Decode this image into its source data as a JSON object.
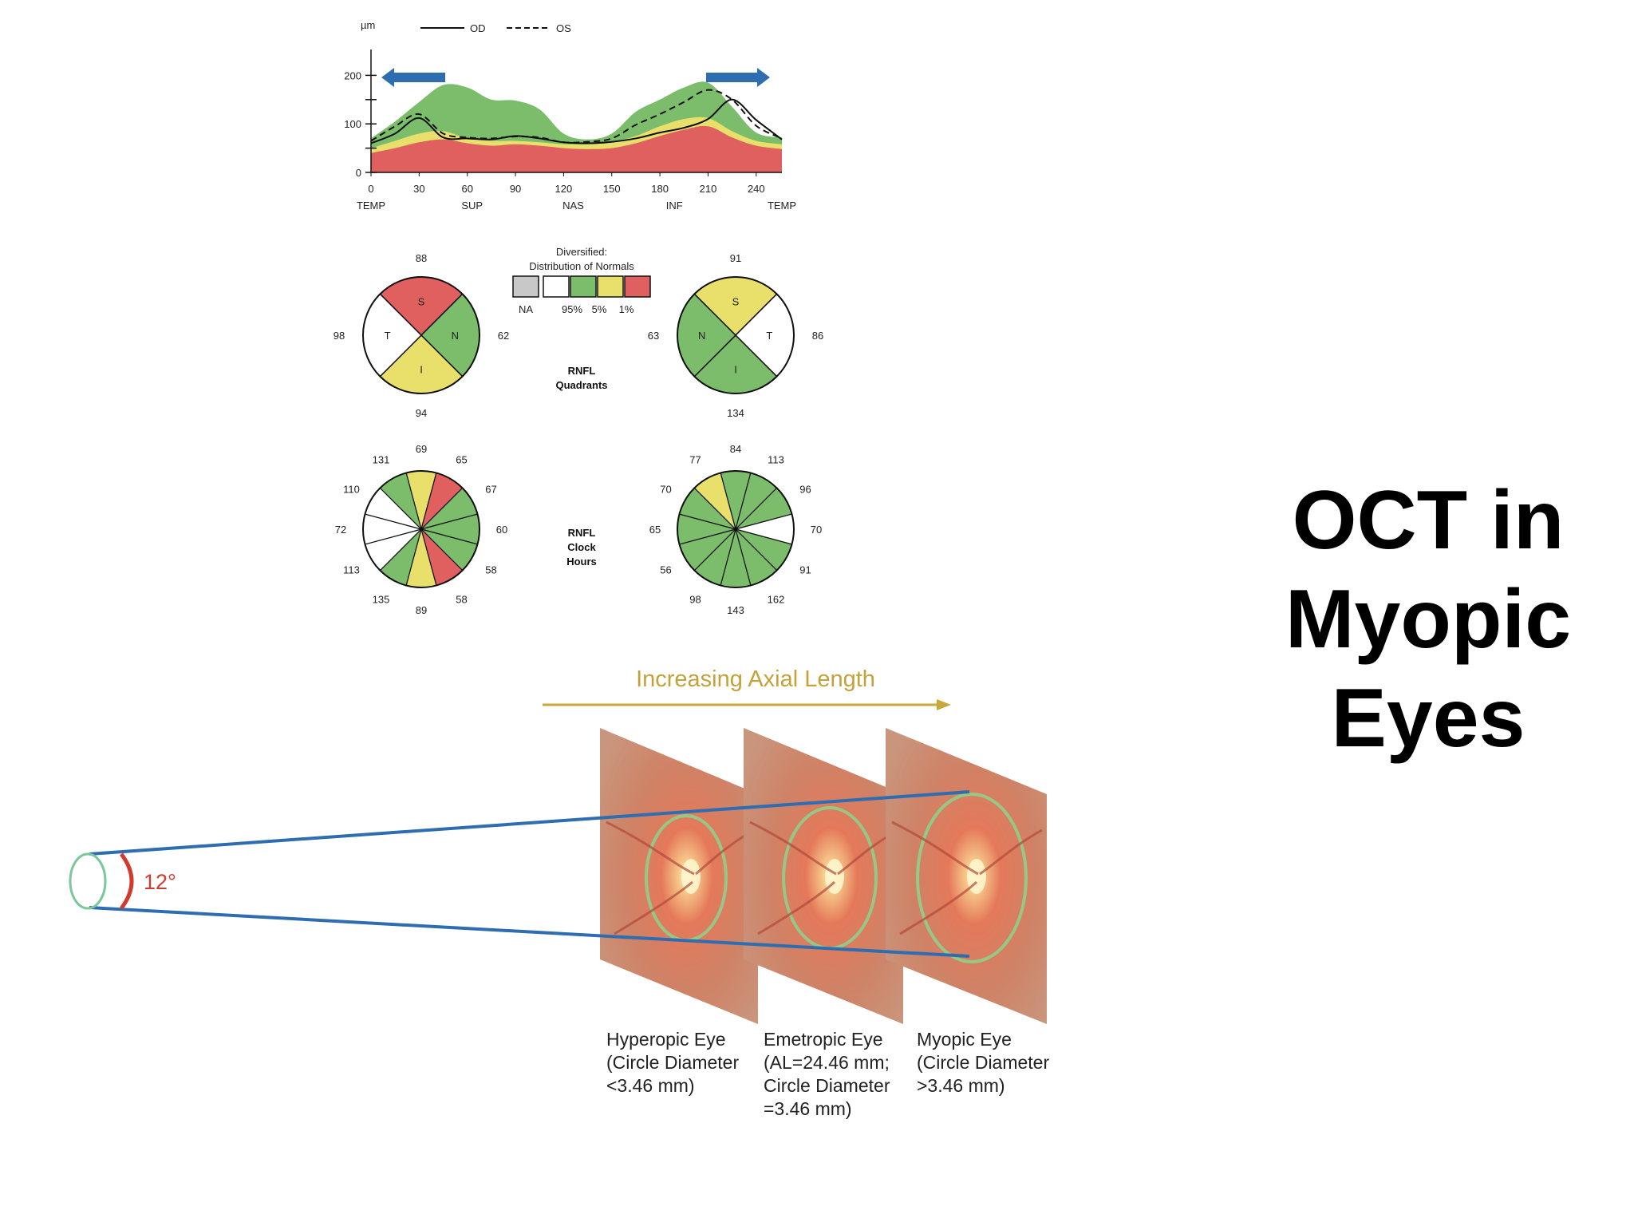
{
  "slide": {
    "title_lines": [
      "OCT in",
      "Myopic",
      "Eyes"
    ]
  },
  "colors": {
    "normal_green": "#7cbd6b",
    "borderline_yellow": "#e8e06a",
    "abnormal_red": "#e06060",
    "na_gray": "#c8c8c8",
    "within_white": "#ffffff",
    "arrow_blue": "#2e6db0",
    "axial_arrow_gold": "#c8a83a",
    "angle_red": "#d23a30"
  },
  "chart_data": [
    {
      "type": "area",
      "legend": [
        "OD",
        "OS"
      ],
      "legend_styles": [
        "solid",
        "dashed"
      ],
      "yunit": "µm",
      "yticks": [
        "0",
        "100",
        "200"
      ],
      "ylim": [
        0,
        250
      ],
      "xlim": [
        0,
        256
      ],
      "xticks": [
        "0",
        "30",
        "60",
        "90",
        "120",
        "150",
        "180",
        "210",
        "240"
      ],
      "xticks_values": [
        0,
        30,
        60,
        90,
        120,
        150,
        180,
        210,
        240
      ],
      "sector_labels": [
        "TEMP",
        "SUP",
        "NAS",
        "INF",
        "TEMP"
      ],
      "sector_label_values": [
        0,
        63,
        126,
        189,
        256
      ],
      "x": [
        0,
        15,
        30,
        45,
        60,
        75,
        90,
        105,
        120,
        135,
        150,
        165,
        180,
        195,
        210,
        225,
        240,
        256
      ],
      "bands": {
        "red_upper": [
          40,
          50,
          62,
          68,
          60,
          55,
          58,
          55,
          50,
          48,
          50,
          60,
          75,
          88,
          95,
          72,
          55,
          48
        ],
        "yellow_upper": [
          50,
          65,
          80,
          85,
          70,
          65,
          65,
          62,
          58,
          58,
          62,
          75,
          95,
          110,
          112,
          85,
          65,
          58
        ],
        "green_upper": [
          70,
          105,
          145,
          180,
          175,
          150,
          148,
          130,
          80,
          68,
          80,
          125,
          150,
          175,
          185,
          135,
          82,
          72
        ]
      },
      "series": [
        {
          "name": "OD",
          "style": "solid",
          "values": [
            60,
            80,
            112,
            72,
            70,
            68,
            75,
            70,
            62,
            60,
            63,
            70,
            82,
            92,
            110,
            150,
            108,
            68
          ]
        },
        {
          "name": "OS",
          "style": "dashed",
          "values": [
            65,
            95,
            120,
            80,
            72,
            70,
            74,
            72,
            62,
            63,
            70,
            98,
            120,
            145,
            170,
            150,
            96,
            70
          ]
        }
      ],
      "arrows": [
        "left",
        "right"
      ]
    },
    {
      "type": "pie",
      "legend_title": [
        "Diversified:",
        "Distribution of Normals"
      ],
      "legend_boxes": [
        {
          "color": "#c8c8c8",
          "label": "NA"
        },
        {
          "color": "#ffffff",
          "label": ""
        },
        {
          "color": "#7cbd6b",
          "label": "95%"
        },
        {
          "color": "#e8e06a",
          "label": "5%"
        },
        {
          "color": "#e06060",
          "label": "1%"
        }
      ],
      "center_label": [
        "RNFL",
        "Quadrants"
      ],
      "od": {
        "sectors": [
          {
            "label": "S",
            "color": "#e06060",
            "value": 88
          },
          {
            "label": "N",
            "color": "#7cbd6b",
            "value": 62
          },
          {
            "label": "I",
            "color": "#e8e06a",
            "value": 94
          },
          {
            "label": "T",
            "color": "#ffffff",
            "value": 98
          }
        ]
      },
      "os": {
        "sectors": [
          {
            "label": "S",
            "color": "#e8e06a",
            "value": 91
          },
          {
            "label": "T",
            "color": "#ffffff",
            "value": 86
          },
          {
            "label": "I",
            "color": "#7cbd6b",
            "value": 134
          },
          {
            "label": "N",
            "color": "#7cbd6b",
            "value": 63
          }
        ]
      }
    },
    {
      "type": "pie",
      "center_label": [
        "RNFL",
        "Clock",
        "Hours"
      ],
      "od": {
        "values": [
          69,
          65,
          67,
          60,
          58,
          58,
          89,
          135,
          113,
          72,
          110,
          131
        ],
        "colors": [
          "#e8e06a",
          "#e06060",
          "#7cbd6b",
          "#7cbd6b",
          "#7cbd6b",
          "#e06060",
          "#e8e06a",
          "#7cbd6b",
          "#ffffff",
          "#ffffff",
          "#ffffff",
          "#7cbd6b"
        ]
      },
      "os": {
        "values": [
          84,
          113,
          96,
          70,
          91,
          162,
          143,
          98,
          56,
          65,
          70,
          77
        ],
        "colors": [
          "#7cbd6b",
          "#7cbd6b",
          "#7cbd6b",
          "#ffffff",
          "#7cbd6b",
          "#7cbd6b",
          "#7cbd6b",
          "#7cbd6b",
          "#7cbd6b",
          "#7cbd6b",
          "#7cbd6b",
          "#e8e06a"
        ]
      }
    }
  ],
  "axial_diagram": {
    "arrow_label": "Increasing Axial Length",
    "angle_label": "12°",
    "captions": [
      [
        "Hyperopic Eye",
        "(Circle Diameter",
        "<3.46 mm)"
      ],
      [
        "Emetropic Eye",
        "(AL=24.46 mm;",
        "Circle Diameter",
        "=3.46 mm)"
      ],
      [
        "Myopic Eye",
        "(Circle Diameter",
        ">3.46 mm)"
      ]
    ]
  }
}
